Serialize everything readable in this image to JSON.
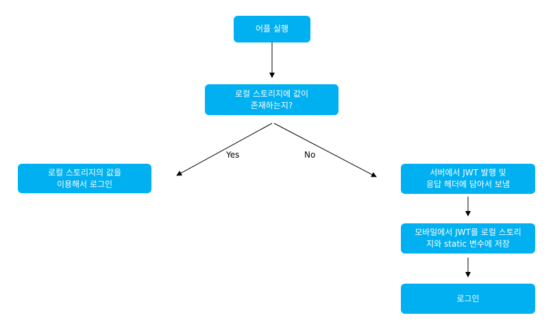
{
  "nodes": {
    "start": {
      "lines": [
        "어플 실행"
      ]
    },
    "check": {
      "lines": [
        "로컬 스토리지에 값이",
        "존재하는지?"
      ]
    },
    "local": {
      "lines": [
        "로컬 스토리지의 값을",
        "이용해서 로그인"
      ]
    },
    "server": {
      "lines": [
        "서버에서 JWT 발행 및",
        "응답 헤더에 담아서 보냄"
      ]
    },
    "mobile": {
      "lines": [
        "모바일에서 JWT를 로컬 스토리",
        "지와 static 변수에 저장"
      ]
    },
    "login": {
      "lines": [
        "로그인"
      ]
    }
  },
  "edges": {
    "yes_label": "Yes",
    "no_label": "No"
  },
  "colors": {
    "node_fill": "#00b0f0",
    "node_text": "#ffffff",
    "edge": "#000000"
  }
}
